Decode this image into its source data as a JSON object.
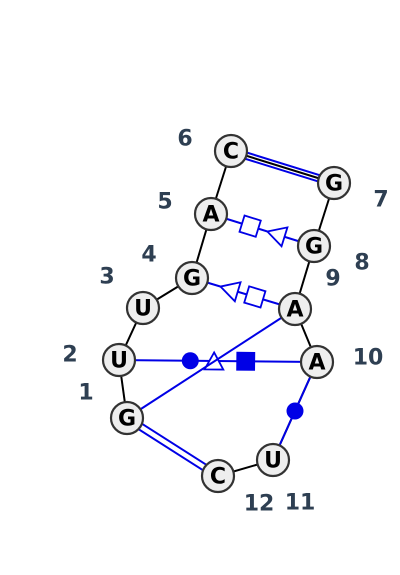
{
  "colors": {
    "background": "#ffffff",
    "backbone": "#000000",
    "pair": "#0000e6",
    "node_fill": "#eeeeee",
    "node_stroke": "#333333",
    "index_label": "#2e3f52"
  },
  "nucleotides": [
    {
      "index": "1",
      "base": "G"
    },
    {
      "index": "2",
      "base": "U"
    },
    {
      "index": "3",
      "base": "U"
    },
    {
      "index": "4",
      "base": "G"
    },
    {
      "index": "5",
      "base": "A"
    },
    {
      "index": "6",
      "base": "C"
    },
    {
      "index": "7",
      "base": "G"
    },
    {
      "index": "8",
      "base": "G"
    },
    {
      "index": "9",
      "base": "A"
    },
    {
      "index": "10",
      "base": "A"
    },
    {
      "index": "11",
      "base": "U"
    },
    {
      "index": "12",
      "base": "C"
    }
  ],
  "pairs": [
    {
      "from": "6",
      "to": "7",
      "type": "canonical"
    },
    {
      "from": "1",
      "to": "12",
      "type": "canonical"
    },
    {
      "from": "5",
      "to": "8",
      "type": "square-triangle"
    },
    {
      "from": "4",
      "to": "9",
      "type": "triangle-square"
    },
    {
      "from": "2",
      "to": "10",
      "type": "circle-triangle-filled-square"
    },
    {
      "from": "1",
      "to": "9",
      "type": "plain"
    },
    {
      "from": "10",
      "to": "11",
      "type": "filled-circle"
    }
  ]
}
